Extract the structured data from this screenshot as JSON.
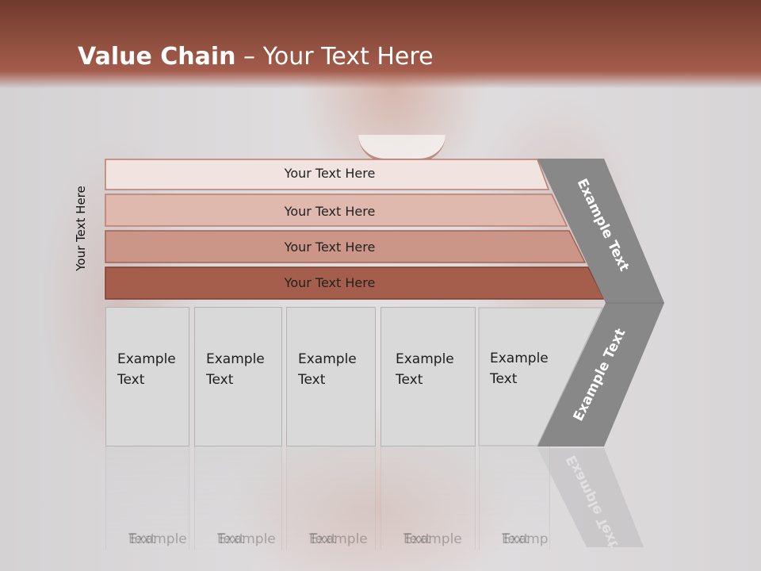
{
  "slide": {
    "title_bold": "Value Chain",
    "title_rest": " – Your Text Here"
  },
  "side_label": "Your Text Here",
  "bars": [
    {
      "label": "Your Text Here",
      "fill": "#f1e3df",
      "stroke": "#b77d6f"
    },
    {
      "label": "Your Text Here",
      "fill": "#e0b9ae",
      "stroke": "#b77d6f"
    },
    {
      "label": "Your Text Here",
      "fill": "#cb9587",
      "stroke": "#a06354"
    },
    {
      "label": "Your Text Here",
      "fill": "#a55e4b",
      "stroke": "#7d3f31"
    }
  ],
  "activities": [
    {
      "line1": "Example",
      "line2": "Text"
    },
    {
      "line1": "Example",
      "line2": "Text"
    },
    {
      "line1": "Example",
      "line2": "Text"
    },
    {
      "line1": "Example",
      "line2": "Text"
    },
    {
      "line1": "Example",
      "line2": "Text"
    }
  ],
  "arrow": {
    "upper_label": "Example Text",
    "lower_label": "Example Text",
    "fill": "#888888"
  }
}
